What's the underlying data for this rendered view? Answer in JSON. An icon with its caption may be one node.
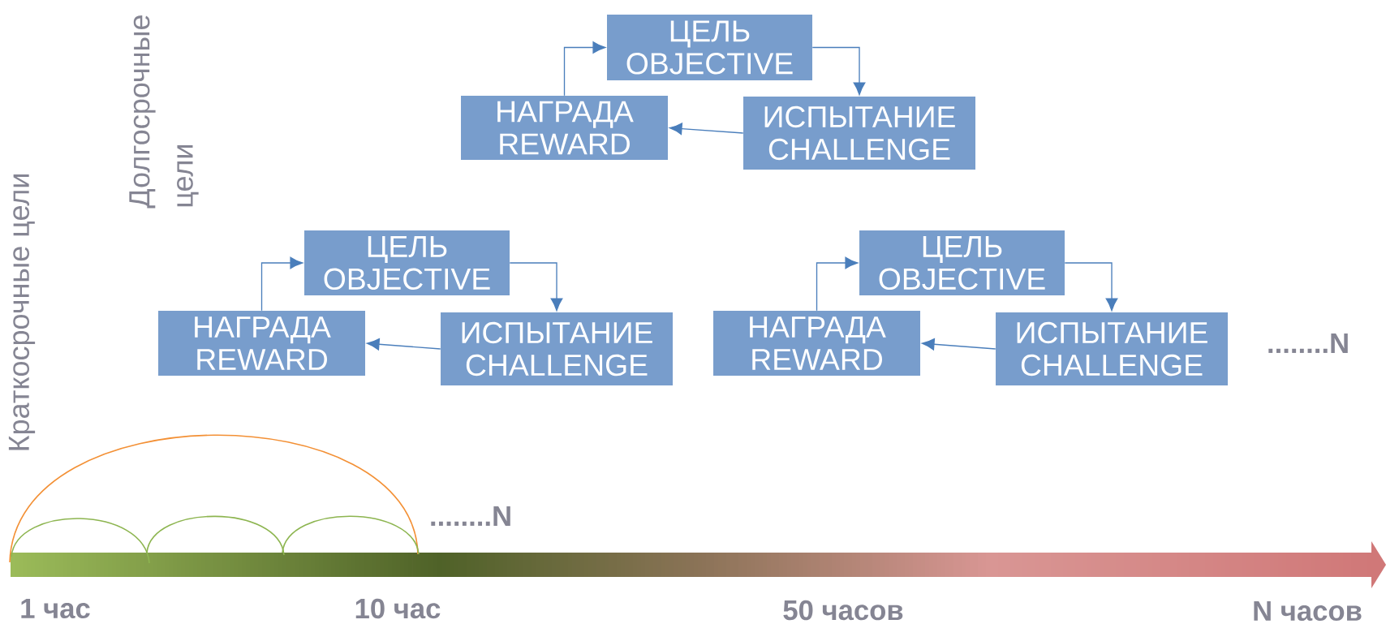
{
  "diagram": {
    "nodes": [
      {
        "text": [
          "ЦЕЛЬ OBJECTIVE"
        ]
      },
      {
        "text": [
          "НАГРАДА REWARD"
        ]
      },
      {
        "text": [
          "ИСПЫТАНИЕ CHALLENGE"
        ]
      },
      {
        "text": [
          "ЦЕЛЬ OBJECTIVE"
        ]
      },
      {
        "text": [
          "НАГРАДА REWARD"
        ]
      },
      {
        "text": [
          "ИСПЫТАНИЕ CHALLENGE"
        ]
      },
      {
        "text": [
          "ЦЕЛЬ OBJECTIVE"
        ]
      },
      {
        "text": [
          "НАГРАДА REWARD"
        ]
      },
      {
        "text": [
          "ИСПЫТАНИЕ CHALLENGE"
        ]
      }
    ],
    "edges": [
      {
        "from": 1,
        "to": 0,
        "arrow": "to"
      },
      {
        "from": 0,
        "to": 2,
        "arrow": "to"
      },
      {
        "from": 2,
        "to": 1,
        "arrow": "to"
      },
      {
        "from": 4,
        "to": 3,
        "arrow": "to"
      },
      {
        "from": 3,
        "to": 5,
        "arrow": "to"
      },
      {
        "from": 5,
        "to": 4,
        "arrow": "to"
      },
      {
        "from": 7,
        "to": 6,
        "arrow": "to"
      },
      {
        "from": 6,
        "to": 8,
        "arrow": "to"
      },
      {
        "from": 8,
        "to": 7,
        "arrow": "to"
      }
    ],
    "labels": [
      "Долгосрочные цели",
      "Краткосрочные цели",
      "........N",
      "........N",
      "1 час",
      "10 час",
      "50 часов",
      "N часов"
    ]
  }
}
